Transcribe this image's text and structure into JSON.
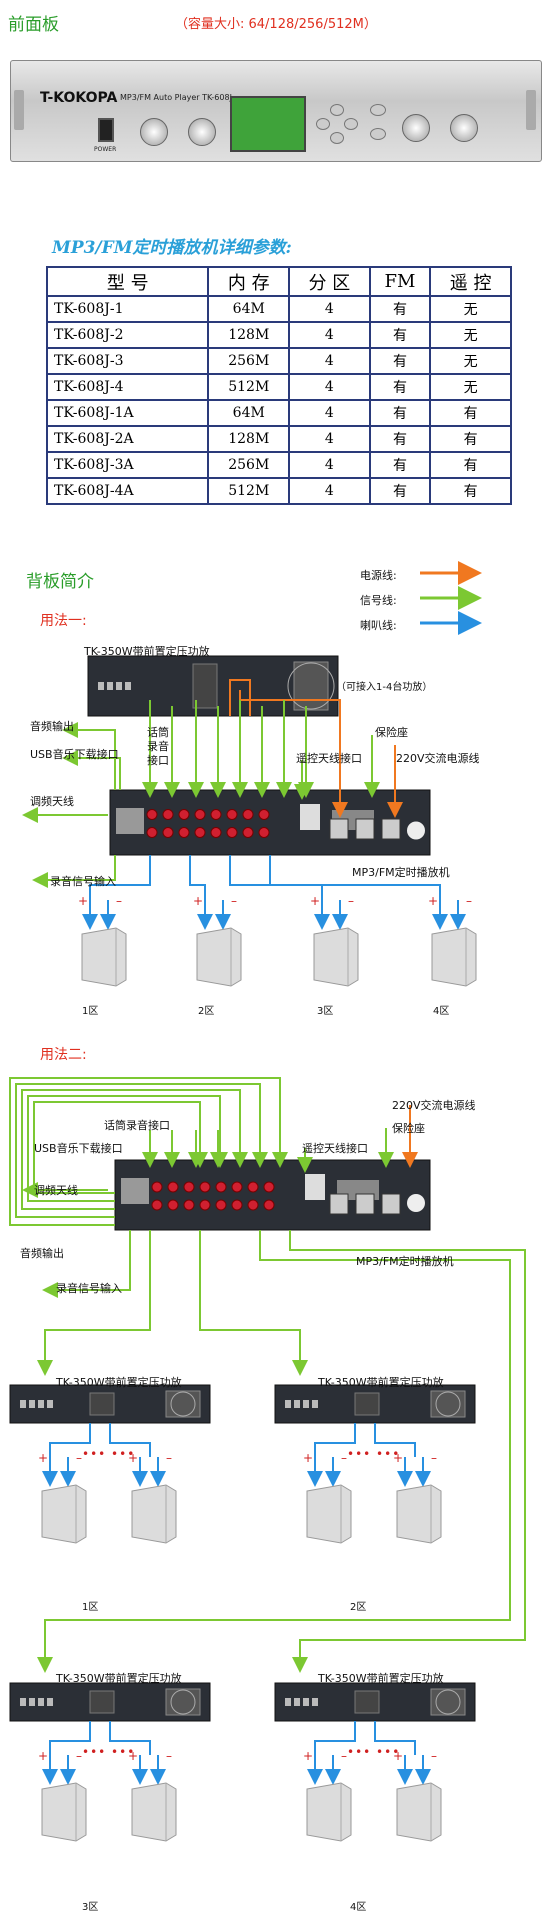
{
  "front_panel": {
    "title": "前面板",
    "capacity_note": "（容量大小: 64/128/256/512M）",
    "brand": "T-KOKOPA",
    "model_text": "MP3/FM Auto Player TK-608J",
    "power_label": "POWER"
  },
  "params": {
    "title": "MP3/FM定时播放机详细参数:",
    "headers": [
      "型 号",
      "内 存",
      "分 区",
      "FM",
      "遥 控"
    ],
    "rows": [
      [
        "TK-608J-1",
        "64M",
        "4",
        "有",
        "无"
      ],
      [
        "TK-608J-2",
        "128M",
        "4",
        "有",
        "无"
      ],
      [
        "TK-608J-3",
        "256M",
        "4",
        "有",
        "无"
      ],
      [
        "TK-608J-4",
        "512M",
        "4",
        "有",
        "无"
      ],
      [
        "TK-608J-1A",
        "64M",
        "4",
        "有",
        "有"
      ],
      [
        "TK-608J-2A",
        "128M",
        "4",
        "有",
        "有"
      ],
      [
        "TK-608J-3A",
        "256M",
        "4",
        "有",
        "有"
      ],
      [
        "TK-608J-4A",
        "512M",
        "4",
        "有",
        "有"
      ]
    ]
  },
  "back_panel": {
    "title": "背板简介",
    "legend": {
      "power": "电源线:",
      "signal": "信号线:",
      "speaker": "喇叭线:"
    },
    "colors": {
      "power": "#f07820",
      "signal": "#7cc832",
      "speaker": "#2890e0"
    },
    "usage1": {
      "title": "用法一:",
      "amp_label": "TK-350W带前置定压功放",
      "amp_note": "（可接入1-4台功放）",
      "audio_out": "音频输出",
      "usb": "USB音乐下载接口",
      "mic": "话筒录音接口",
      "fm": "调频天线",
      "rec_in": "录音信号输入",
      "remote": "遥控天线接口",
      "fuse": "保险座",
      "ac": "220V交流电源线",
      "player": "MP3/FM定时播放机",
      "zones": [
        "1区",
        "2区",
        "3区",
        "4区"
      ]
    },
    "usage2": {
      "title": "用法二:",
      "ac": "220V交流电源线",
      "fuse": "保险座",
      "mic": "话筒录音接口",
      "remote": "遥控天线接口",
      "usb": "USB音乐下载接口",
      "fm": "调频天线",
      "audio_out": "音频输出",
      "rec_in": "录音信号输入",
      "player": "MP3/FM定时播放机",
      "amp_label": "TK-350W带前置定压功放",
      "zones": [
        "1区",
        "2区",
        "3区",
        "4区"
      ]
    }
  }
}
